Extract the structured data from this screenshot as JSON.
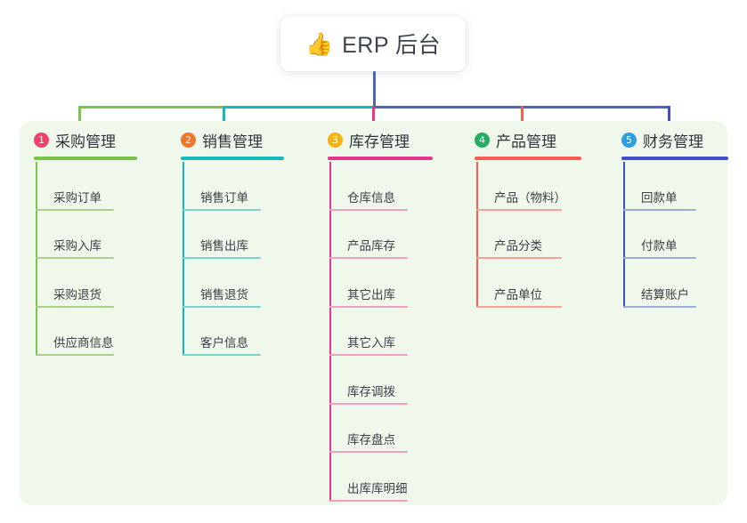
{
  "title": {
    "emoji": "👍",
    "emoji_name": "thumbs-up-icon",
    "text": "ERP 后台"
  },
  "palette": {
    "panel_bg": "#eff8ea",
    "page_bg": "#ffffff",
    "text": "#2f3640",
    "root_connector": "#4f62c0"
  },
  "columns": [
    {
      "badge": "1",
      "badge_color": "#f0436c",
      "title": "采购管理",
      "color": "#7dc24b",
      "item_color": "#a9d18a",
      "items": [
        "采购订单",
        "采购入库",
        "采购退货",
        "供应商信息"
      ]
    },
    {
      "badge": "2",
      "badge_color": "#f0762b",
      "title": "销售管理",
      "color": "#12bcbc",
      "item_color": "#7bd3cf",
      "items": [
        "销售订单",
        "销售出库",
        "销售退货",
        "客户信息"
      ]
    },
    {
      "badge": "3",
      "badge_color": "#f5b316",
      "title": "库存管理",
      "color": "#e8368f",
      "item_color": "#efa0c4",
      "items": [
        "仓库信息",
        "产品库存",
        "其它出库",
        "其它入库",
        "库存调拨",
        "库存盘点",
        "出库库明细"
      ]
    },
    {
      "badge": "4",
      "badge_color": "#25ae60",
      "title": "产品管理",
      "color": "#fa5c52",
      "item_color": "#f9a198",
      "items": [
        "产品（物料）",
        "产品分类",
        "产品单位"
      ]
    },
    {
      "badge": "5",
      "badge_color": "#2b9fe0",
      "title": "财务管理",
      "color": "#3f51c4",
      "item_color": "#9aadd8",
      "items": [
        "回款单",
        "付款单",
        "结算账户"
      ]
    }
  ]
}
